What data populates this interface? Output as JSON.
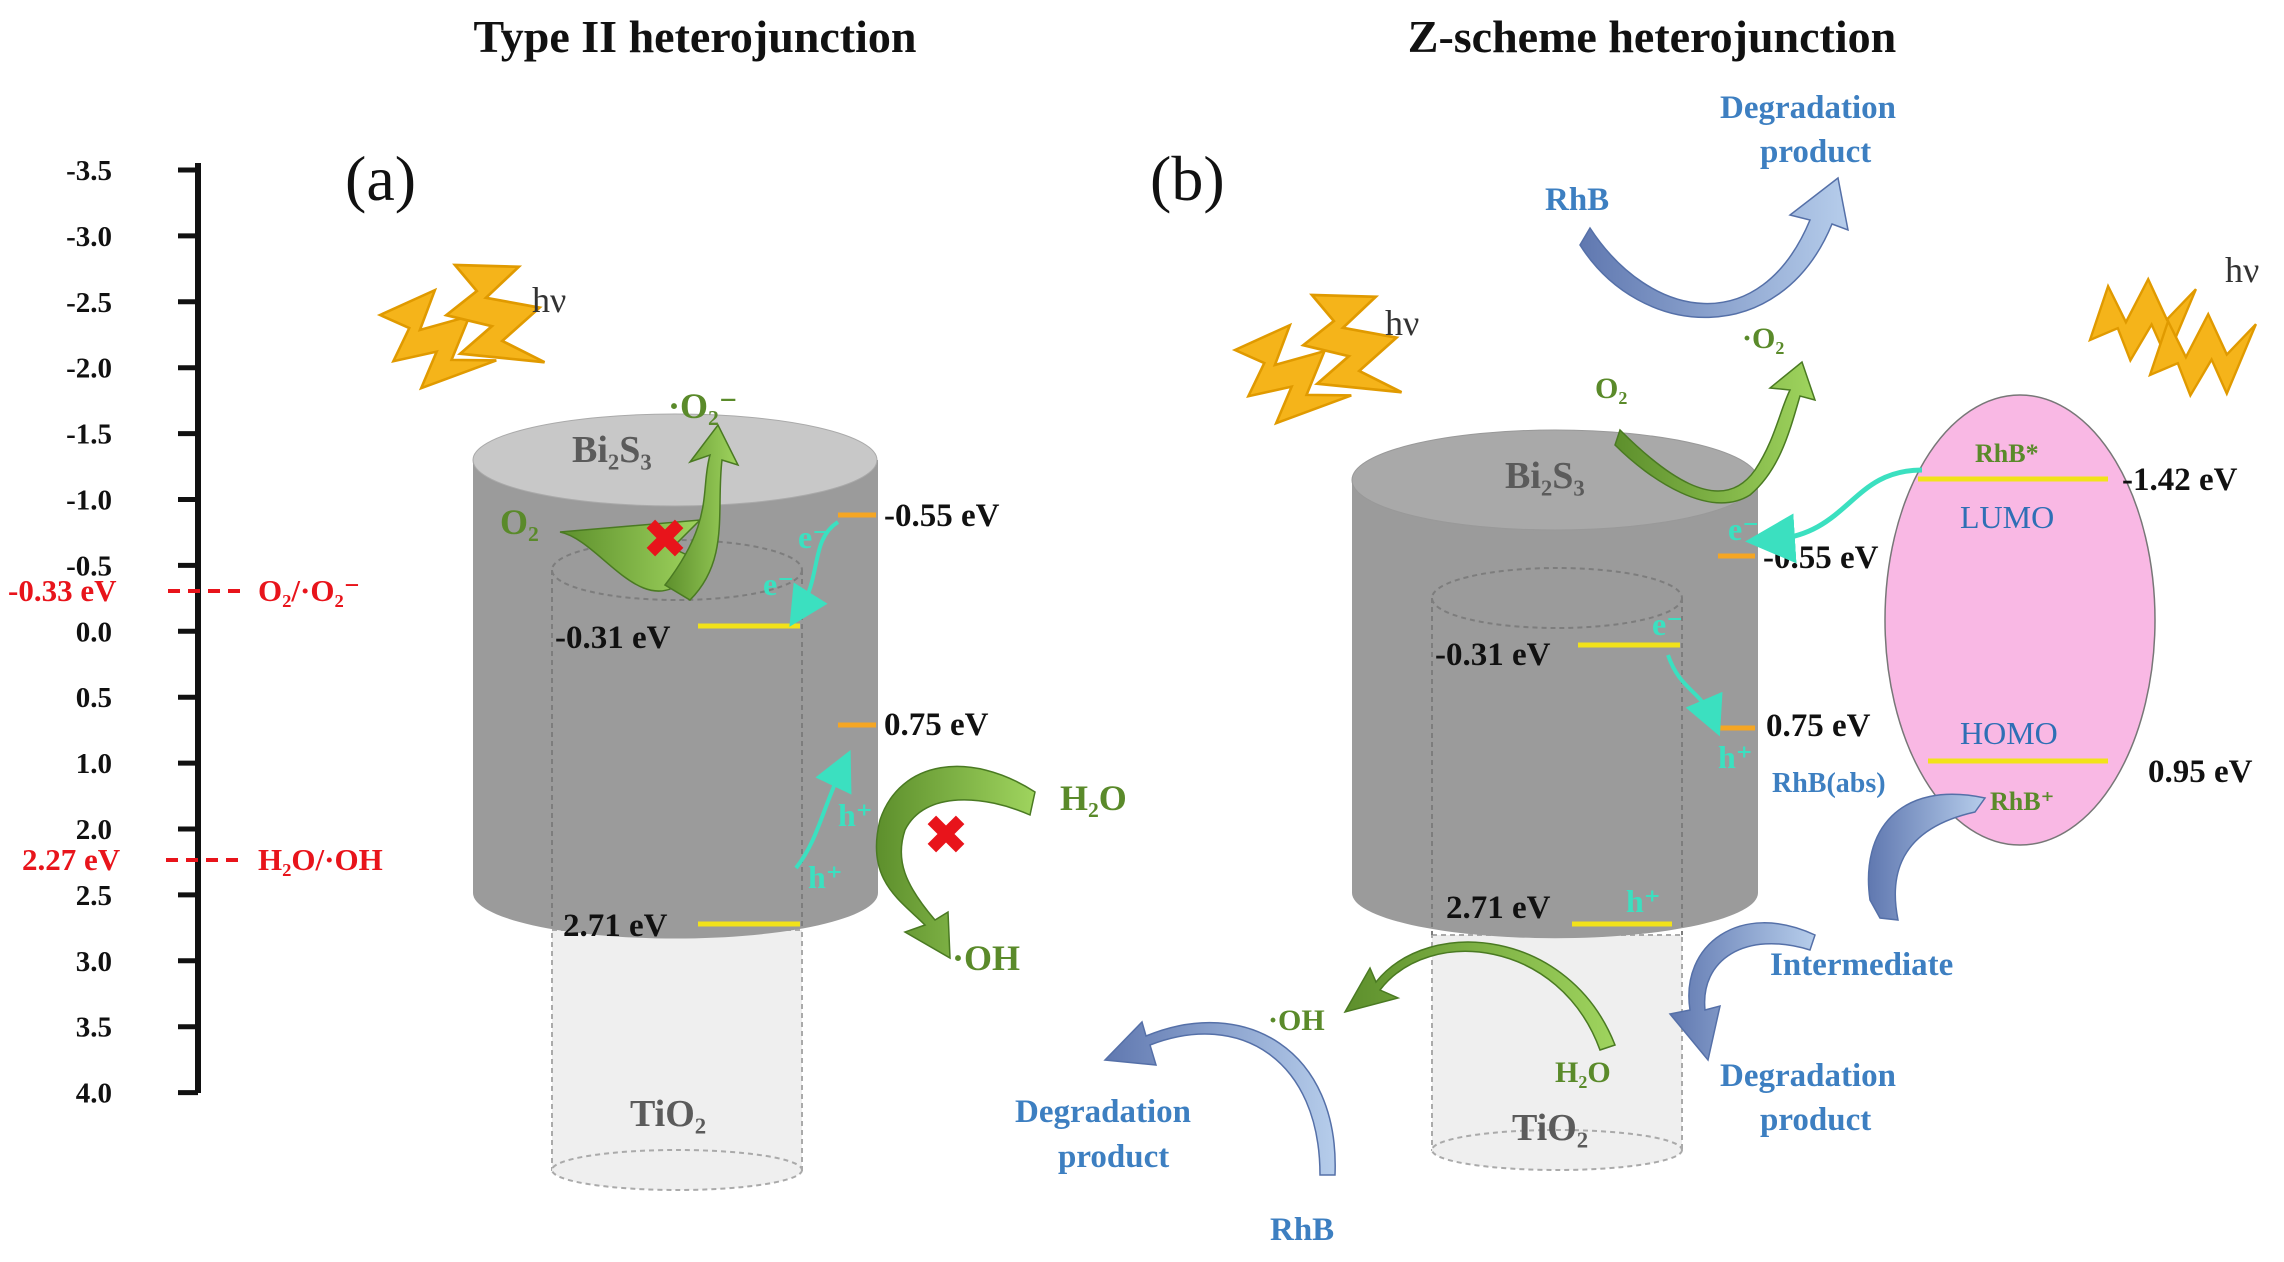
{
  "titles": {
    "left": "Type II heterojunction",
    "right": "Z-scheme heterojunction"
  },
  "panels": {
    "a": "(a)",
    "b": "(b)"
  },
  "axis": {
    "ticks": [
      "-3.5",
      "-3.0",
      "-2.5",
      "-2.0",
      "-1.5",
      "-1.0",
      "-0.5",
      "0.0",
      "0.5",
      "1.0",
      "2.0",
      "2.5",
      "3.0",
      "3.5",
      "4.0"
    ],
    "refs": [
      {
        "value": "-0.33 eV",
        "label": "O₂/·O₂⁻"
      },
      {
        "value": "2.27 eV",
        "label": "H₂O/·OH"
      }
    ]
  },
  "photon": "hν",
  "materials": {
    "shell": "Bi₂S₃",
    "core": "TiO₂"
  },
  "levels": {
    "bi2s3_cb": "-0.55 eV",
    "bi2s3_vb": "0.75 eV",
    "tio2_cb": "-0.31 eV",
    "tio2_vb": "2.71 eV",
    "rhb_lumo": "-1.42 eV",
    "rhb_homo": "0.95 eV"
  },
  "carriers": {
    "electron": "e⁻",
    "hole": "h⁺"
  },
  "species": {
    "o2": "O₂",
    "superoxide": "·O₂⁻",
    "superoxide_b": "·O₂",
    "h2o": "H₂O",
    "oh": "·OH",
    "rhb": "RhB",
    "rhb_star": "RhB*",
    "rhb_plus": "RhB⁺",
    "rhb_abs": "RhB(abs)",
    "lumo": "LUMO",
    "homo": "HOMO",
    "intermediate": "Intermediate",
    "degradation": "Degradation",
    "product": "product"
  },
  "colors": {
    "shell": "#9b9b9b",
    "shell_top": "#c4c4c4",
    "core": "#eeeeee",
    "arrow_green": "#7fb04a",
    "arrow_blue": "#8aa8d8",
    "electron_path": "#3be0c0",
    "level_line": "#f2e21a",
    "level_orange": "#f5a623",
    "ref_red": "#e8141b",
    "rhb_ellipse": "#f9b8e4"
  }
}
